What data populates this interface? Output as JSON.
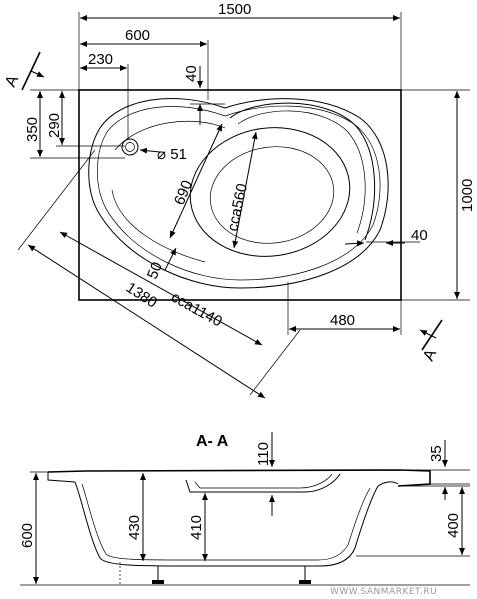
{
  "plan": {
    "width": "1500",
    "offset_600": "600",
    "offset_230": "230",
    "rim_40_top": "40",
    "height": "1000",
    "h350": "350",
    "h290": "290",
    "drain_dia": "⌀ 51",
    "d690": "690",
    "basin_560": "cca560",
    "rim_40_right": "40",
    "rim_50": "50",
    "diag_1380": "1380",
    "basin_1140": "cca1140",
    "bottom_480": "480",
    "section_mark_top": "A",
    "section_mark_bottom": "A"
  },
  "section": {
    "title": "A- A",
    "d110": "110",
    "d35": "35",
    "h600": "600",
    "h430": "430",
    "h410": "410",
    "h400": "400"
  },
  "watermark": "WWW.SANMARKET.RU"
}
